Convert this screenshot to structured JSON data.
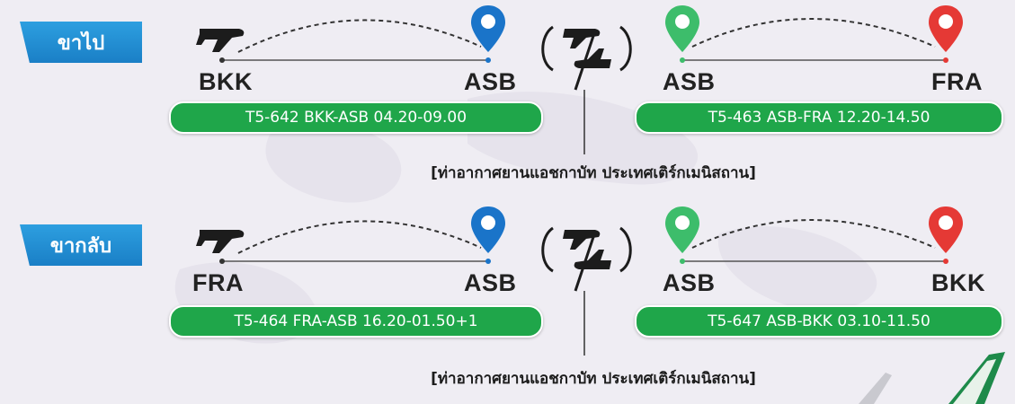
{
  "outbound": {
    "tab_label": "ขาไป",
    "leg1": {
      "from": "BKK",
      "to": "ASB",
      "flight": "T5-642 BKK-ASB 04.20-09.00"
    },
    "leg2": {
      "from": "ASB",
      "to": "FRA",
      "flight": "T5-463 ASB-FRA 12.20-14.50"
    },
    "stop_label": "[ท่าอากาศยานแอชกาบัท ประเทศเติร์กเมนิสถาน]"
  },
  "return": {
    "tab_label": "ขากลับ",
    "leg1": {
      "from": "FRA",
      "to": "ASB",
      "flight": "T5-464 FRA-ASB 16.20-01.50+1"
    },
    "leg2": {
      "from": "ASB",
      "to": "BKK",
      "flight": "T5-647 ASB-BKK 03.10-11.50"
    },
    "stop_label": "[ท่าอากาศยานแอชกาบัท ประเทศเติร์กเมนิสถาน]"
  },
  "colors": {
    "tab_blue": "#1a7fc6",
    "pill_green": "#1fa64a",
    "pin_blue": "#1a74c9",
    "pin_green": "#3dbd6b",
    "pin_red": "#e53935"
  },
  "icons": [
    "airplane-icon",
    "location-pin-icon",
    "transfer-icon"
  ]
}
